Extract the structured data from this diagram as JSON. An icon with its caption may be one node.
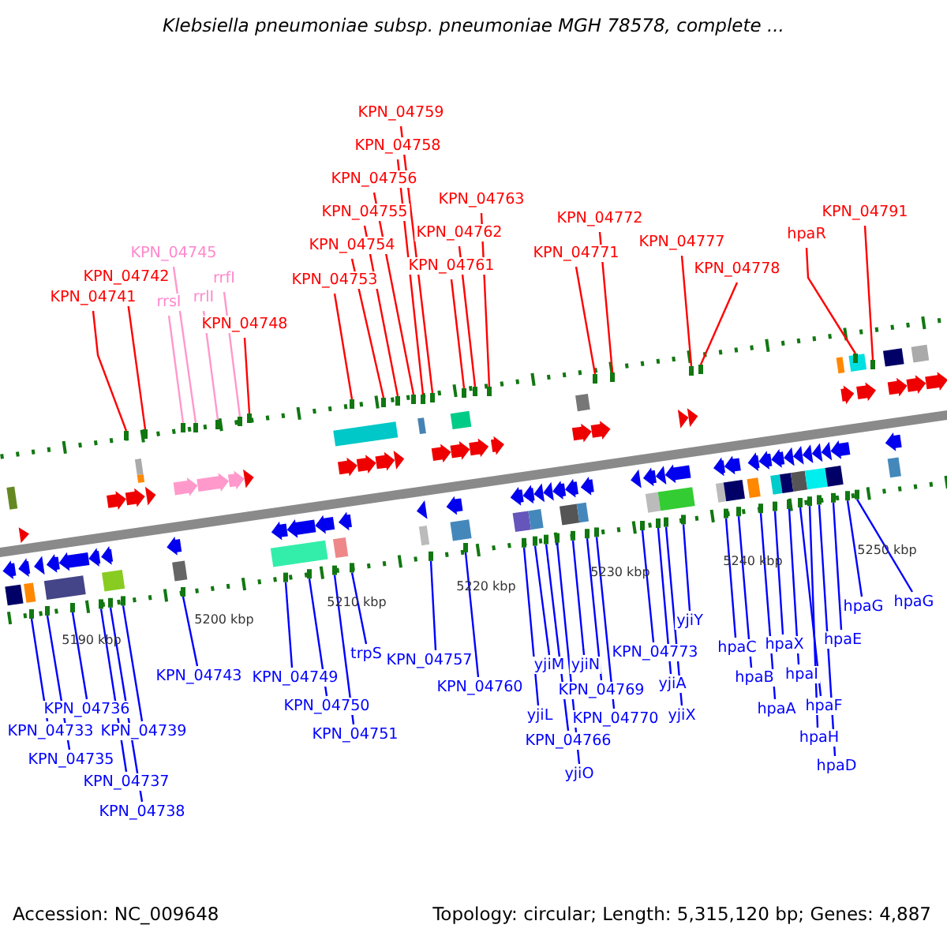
{
  "diagram": {
    "title": "Klebsiella pneumoniae subsp. pneumoniae MGH 78578, complete ...",
    "nodes": [
      {
        "text": [
          "KPN_04759"
        ]
      },
      {
        "text": [
          "KPN_04758"
        ]
      },
      {
        "text": [
          "KPN_04756"
        ]
      },
      {
        "text": [
          "KPN_04763"
        ]
      },
      {
        "text": [
          "KPN_04755"
        ]
      },
      {
        "text": [
          "KPN_04772"
        ]
      },
      {
        "text": [
          "KPN_04791"
        ]
      },
      {
        "text": [
          "KPN_04762"
        ]
      },
      {
        "text": [
          "hpaR"
        ]
      },
      {
        "text": [
          "KPN_04754"
        ]
      },
      {
        "text": [
          "KPN_04777"
        ]
      },
      {
        "text": [
          "KPN_04745"
        ]
      },
      {
        "text": [
          "KPN_04771"
        ]
      },
      {
        "text": [
          "KPN_04761"
        ]
      },
      {
        "text": [
          "KPN_04742"
        ]
      },
      {
        "text": [
          "KPN_04778"
        ]
      },
      {
        "text": [
          "rrfI"
        ]
      },
      {
        "text": [
          "KPN_04753"
        ]
      },
      {
        "text": [
          "KPN_04741"
        ]
      },
      {
        "text": [
          "rrlI"
        ]
      },
      {
        "text": [
          "rrsI"
        ]
      },
      {
        "text": [
          "KPN_04748"
        ]
      },
      {
        "text": [
          "KPN_04743"
        ]
      },
      {
        "text": [
          "KPN_04749"
        ]
      },
      {
        "text": [
          "KPN_04750"
        ]
      },
      {
        "text": [
          "KPN_04751"
        ]
      },
      {
        "text": [
          "trpS"
        ]
      },
      {
        "text": [
          "KPN_04736"
        ]
      },
      {
        "text": [
          "KPN_04733"
        ]
      },
      {
        "text": [
          "KPN_04739"
        ]
      },
      {
        "text": [
          "KPN_04735"
        ]
      },
      {
        "text": [
          "KPN_04737"
        ]
      },
      {
        "text": [
          "KPN_04738"
        ]
      },
      {
        "text": [
          "KPN_04757"
        ]
      },
      {
        "text": [
          "KPN_04760"
        ]
      },
      {
        "text": [
          "yjiM"
        ]
      },
      {
        "text": [
          "yjiL"
        ]
      },
      {
        "text": [
          "KPN_04766"
        ]
      },
      {
        "text": [
          "yjiO"
        ]
      },
      {
        "text": [
          "yjiN"
        ]
      },
      {
        "text": [
          "KPN_04769"
        ]
      },
      {
        "text": [
          "KPN_04770"
        ]
      },
      {
        "text": [
          "KPN_04773"
        ]
      },
      {
        "text": [
          "yjiY"
        ]
      },
      {
        "text": [
          "yjiA"
        ]
      },
      {
        "text": [
          "yjiX"
        ]
      },
      {
        "text": [
          "hpaC"
        ]
      },
      {
        "text": [
          "hpaB"
        ]
      },
      {
        "text": [
          "hpaA"
        ]
      },
      {
        "text": [
          "hpaX"
        ]
      },
      {
        "text": [
          "hpaI"
        ]
      },
      {
        "text": [
          "hpaF"
        ]
      },
      {
        "text": [
          "hpaH"
        ]
      },
      {
        "text": [
          "hpaD"
        ]
      },
      {
        "text": [
          "hpaE"
        ]
      },
      {
        "text": [
          "hpaG"
        ]
      },
      {
        "text": [
          "hpaG"
        ]
      },
      {
        "text": [],
        "shape": "bar"
      },
      {
        "text": [],
        "shape": "bar"
      },
      {
        "text": [],
        "shape": "bar"
      },
      {
        "text": [],
        "shape": "bar"
      },
      {
        "text": [],
        "shape": "bar"
      },
      {
        "text": [],
        "shape": "bar"
      },
      {
        "text": [],
        "shape": "bar"
      },
      {
        "text": [],
        "shape": "bar"
      },
      {
        "text": [],
        "shape": "bar"
      },
      {
        "text": [],
        "shape": "bar"
      },
      {
        "text": [],
        "shape": "bar"
      },
      {
        "text": [],
        "shape": "bar"
      },
      {
        "text": [],
        "shape": "bar"
      },
      {
        "text": [],
        "shape": "bar"
      },
      {
        "text": [],
        "shape": "bar"
      },
      {
        "text": [],
        "shape": "bar"
      },
      {
        "text": [],
        "shape": "bar"
      },
      {
        "text": [],
        "shape": "bar"
      },
      {
        "text": [],
        "shape": "bar"
      },
      {
        "text": [],
        "shape": "bar"
      },
      {
        "text": [],
        "shape": "bar"
      },
      {
        "text": [],
        "shape": "bar"
      },
      {
        "text": [],
        "shape": "bar"
      },
      {
        "text": [],
        "shape": "bar"
      },
      {
        "text": [],
        "shape": "bar"
      },
      {
        "text": [],
        "shape": "bar"
      },
      {
        "text": [],
        "shape": "bar"
      },
      {
        "text": [],
        "shape": "bar"
      },
      {
        "text": [],
        "shape": "bar"
      },
      {
        "text": [],
        "shape": "bar"
      },
      {
        "text": [],
        "shape": "bar"
      },
      {
        "text": [],
        "shape": "bar"
      },
      {
        "text": [],
        "shape": "bar"
      },
      {
        "text": [],
        "shape": "bar"
      },
      {
        "text": [],
        "shape": "bar"
      },
      {
        "text": [],
        "shape": "bar"
      },
      {
        "text": [],
        "shape": "bar"
      },
      {
        "text": [],
        "shape": "bar"
      },
      {
        "text": [],
        "shape": "bar"
      },
      {
        "text": [],
        "shape": "bar"
      },
      {
        "text": [],
        "shape": "bar"
      },
      {
        "text": [],
        "shape": "bar"
      },
      {
        "text": [],
        "shape": "bar"
      },
      {
        "text": [],
        "shape": "bar"
      },
      {
        "text": [],
        "shape": "bar"
      },
      {
        "text": [],
        "shape": "bar"
      },
      {
        "text": [],
        "shape": "bar"
      },
      {
        "text": [],
        "shape": "bar"
      },
      {
        "text": [],
        "shape": "bar"
      },
      {
        "text": [],
        "shape": "bar"
      },
      {
        "text": [],
        "shape": "bar"
      },
      {
        "text": [],
        "shape": "bar"
      },
      {
        "text": [],
        "shape": "bar"
      },
      {
        "text": [],
        "shape": "bar"
      },
      {
        "text": [],
        "shape": "bar"
      },
      {
        "text": [],
        "shape": "bar"
      },
      {
        "text": [],
        "shape": "bar"
      }
    ],
    "edges": [
      {
        "from": 0,
        "to": 69,
        "arrow": "none",
        "color": "#ff0000"
      },
      {
        "from": 1,
        "to": 68,
        "arrow": "none",
        "color": "#ff0000"
      },
      {
        "from": 2,
        "to": 67,
        "arrow": "none",
        "color": "#ff0000"
      },
      {
        "from": 3,
        "to": 72,
        "arrow": "none",
        "color": "#ff0000"
      },
      {
        "from": 4,
        "to": 66,
        "arrow": "none",
        "color": "#ff0000"
      },
      {
        "from": 5,
        "to": 74,
        "arrow": "none",
        "color": "#ff0000"
      },
      {
        "from": 6,
        "to": 78,
        "arrow": "none",
        "color": "#ff0000"
      },
      {
        "from": 7,
        "to": 71,
        "arrow": "none",
        "color": "#ff0000"
      },
      {
        "from": 8,
        "to": 77,
        "arrow": "none",
        "color": "#ff0000"
      },
      {
        "from": 9,
        "to": 65,
        "arrow": "none",
        "color": "#ff0000"
      },
      {
        "from": 10,
        "to": 75,
        "arrow": "none",
        "color": "#ff0000"
      },
      {
        "from": 11,
        "to": 60,
        "arrow": "none",
        "color": "#ff99cc"
      },
      {
        "from": 12,
        "to": 73,
        "arrow": "none",
        "color": "#ff0000"
      },
      {
        "from": 13,
        "to": 70,
        "arrow": "none",
        "color": "#ff0000"
      },
      {
        "from": 14,
        "to": 58,
        "arrow": "none",
        "color": "#ff0000"
      },
      {
        "from": 15,
        "to": 76,
        "arrow": "none",
        "color": "#ff0000"
      },
      {
        "from": 16,
        "to": 62,
        "arrow": "none",
        "color": "#ff99cc"
      },
      {
        "from": 17,
        "to": 64,
        "arrow": "none",
        "color": "#ff0000"
      },
      {
        "from": 18,
        "to": 57,
        "arrow": "none",
        "color": "#ff0000"
      },
      {
        "from": 19,
        "to": 61,
        "arrow": "none",
        "color": "#ff99cc"
      },
      {
        "from": 20,
        "to": 59,
        "arrow": "none",
        "color": "#ff99cc"
      },
      {
        "from": 21,
        "to": 63,
        "arrow": "none",
        "color": "#ff0000"
      },
      {
        "from": 22,
        "to": 85,
        "arrow": "none"
      },
      {
        "from": 23,
        "to": 86,
        "arrow": "none"
      },
      {
        "from": 24,
        "to": 87,
        "arrow": "none"
      },
      {
        "from": 25,
        "to": 88,
        "arrow": "none"
      },
      {
        "from": 26,
        "to": 89,
        "arrow": "none"
      },
      {
        "from": 27,
        "to": 81,
        "arrow": "none"
      },
      {
        "from": 28,
        "to": 79,
        "arrow": "none"
      },
      {
        "from": 29,
        "to": 84,
        "arrow": "none"
      },
      {
        "from": 30,
        "to": 80,
        "arrow": "none"
      },
      {
        "from": 31,
        "to": 82,
        "arrow": "none"
      },
      {
        "from": 32,
        "to": 83,
        "arrow": "none"
      },
      {
        "from": 33,
        "to": 90,
        "arrow": "none"
      },
      {
        "from": 34,
        "to": 91,
        "arrow": "none"
      },
      {
        "from": 35,
        "to": 93,
        "arrow": "none"
      },
      {
        "from": 36,
        "to": 92,
        "arrow": "none"
      },
      {
        "from": 37,
        "to": 94,
        "arrow": "none"
      },
      {
        "from": 38,
        "to": 95,
        "arrow": "none"
      },
      {
        "from": 39,
        "to": 96,
        "arrow": "none"
      },
      {
        "from": 40,
        "to": 97,
        "arrow": "none"
      },
      {
        "from": 41,
        "to": 98,
        "arrow": "none"
      },
      {
        "from": 42,
        "to": 99,
        "arrow": "none"
      },
      {
        "from": 43,
        "to": 102,
        "arrow": "none"
      },
      {
        "from": 44,
        "to": 100,
        "arrow": "none"
      },
      {
        "from": 45,
        "to": 101,
        "arrow": "none"
      },
      {
        "from": 46,
        "to": 103,
        "arrow": "none"
      },
      {
        "from": 47,
        "to": 104,
        "arrow": "none"
      },
      {
        "from": 48,
        "to": 105,
        "arrow": "none"
      },
      {
        "from": 49,
        "to": 106,
        "arrow": "none"
      },
      {
        "from": 50,
        "to": 107,
        "arrow": "none"
      },
      {
        "from": 51,
        "to": 108,
        "arrow": "none"
      },
      {
        "from": 52,
        "to": 109,
        "arrow": "none"
      },
      {
        "from": 53,
        "to": 110,
        "arrow": "none"
      },
      {
        "from": 54,
        "to": 111,
        "arrow": "none"
      },
      {
        "from": 55,
        "to": 112,
        "arrow": "none"
      },
      {
        "from": 56,
        "to": 113,
        "arrow": "none"
      }
    ],
    "labels": [
      "5190 kbp",
      "5200 kbp",
      "5210 kbp",
      "5220 kbp",
      "5230 kbp",
      "5240 kbp",
      "5250 kbp",
      "Accession: NC_009648",
      "Topology: circular; Length: 5,315,120 bp; Genes: 4,887"
    ]
  }
}
